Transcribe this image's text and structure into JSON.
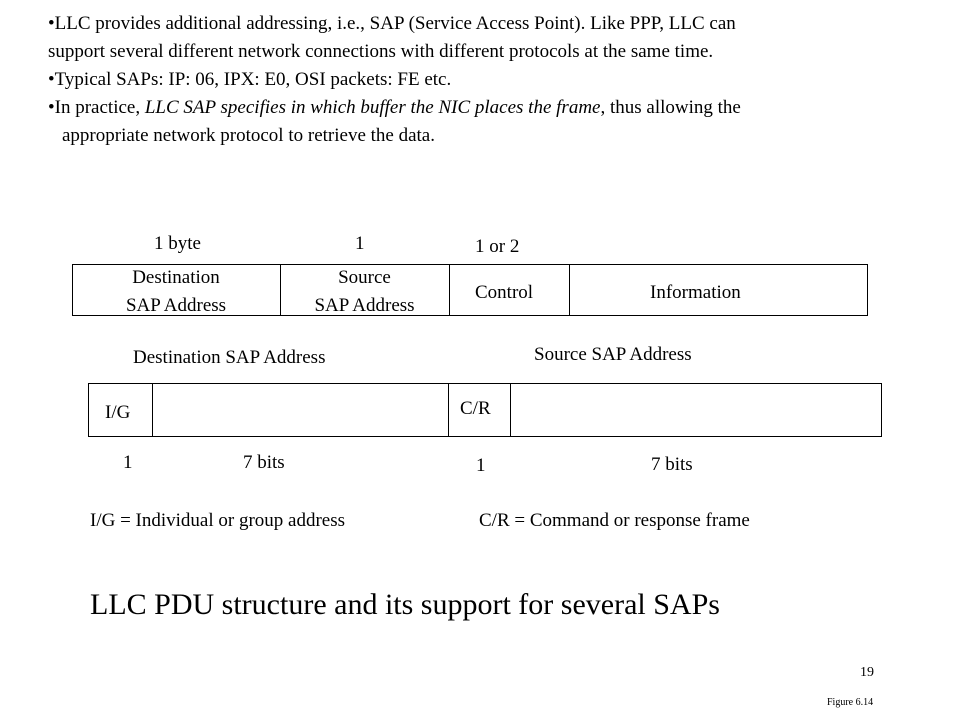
{
  "bullets": {
    "b1_line1": "•LLC provides additional addressing, i.e., SAP (Service Access Point).  Like PPP, LLC can",
    "b1_line2": "support several different network connections with different protocols at the same time.",
    "b2": "•Typical SAPs: IP: 06, IPX: E0, OSI packets: FE  etc.",
    "b3_pre": "•In practice, ",
    "b3_italic": "LLC SAP specifies in which buffer the NIC places the frame",
    "b3_post": ", thus allowing the",
    "b3_line2": "appropriate network protocol to retrieve the data."
  },
  "pdu": {
    "sizes": {
      "dest": "1 byte",
      "src": "1",
      "control": "1 or 2"
    },
    "fields": {
      "dest_line1": "Destination",
      "dest_line2": "SAP Address",
      "src_line1": "Source",
      "src_line2": "SAP Address",
      "control": "Control",
      "info": "Information"
    }
  },
  "sap": {
    "dest_heading": "Destination SAP Address",
    "src_heading": "Source SAP Address",
    "ig": "I/G",
    "cr": "C/R",
    "dest_bits_one": "1",
    "dest_bits_seven": "7 bits",
    "src_bits_one": "1",
    "src_bits_seven": "7 bits",
    "ig_def": "I/G = Individual or group address",
    "cr_def": "C/R = Command or response frame"
  },
  "caption": "LLC PDU structure and its support for several SAPs",
  "page_number": "19",
  "figure_ref": "Figure 6.14"
}
